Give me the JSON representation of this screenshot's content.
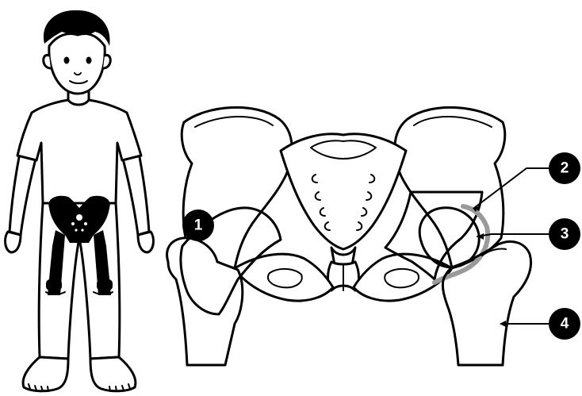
{
  "callouts": [
    {
      "number": "1"
    },
    {
      "number": "2"
    },
    {
      "number": "3"
    },
    {
      "number": "4"
    }
  ],
  "icons": {
    "child": "child-figure-icon",
    "pelvis": "pelvis-hip-diagram-icon"
  },
  "colors": {
    "line": "#000000",
    "background": "#ffffff",
    "cartilage": "#9a9a9a"
  }
}
